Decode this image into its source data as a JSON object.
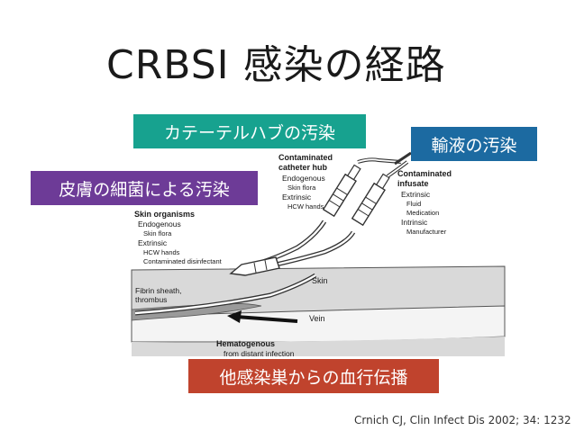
{
  "title": "CRBSI 感染の経路",
  "labels": {
    "hub": "カテーテルハブの汚染",
    "infusate": "輸液の汚染",
    "skin": "皮膚の細菌による汚染",
    "hematogenous": "他感染巣からの血行伝播"
  },
  "diagram": {
    "skin_organisms": {
      "title": "Skin organisms",
      "items": [
        "Endogenous",
        "Skin flora",
        "Extrinsic",
        "HCW hands",
        "Contaminated  disinfectant"
      ]
    },
    "catheter_hub": {
      "title_lines": [
        "Contaminated",
        "catheter hub"
      ],
      "items": [
        "Endogenous",
        "Skin flora",
        "Extrinsic",
        "HCW hands"
      ]
    },
    "infusate": {
      "title_lines": [
        "Contaminated",
        "infusate"
      ],
      "items": [
        "Extrinsic",
        "Fluid",
        "Medication",
        "Intrinsic",
        "Manufacturer"
      ]
    },
    "skin_label": "Skin",
    "fibrin_lines": [
      "Fibrin sheath,",
      "thrombus"
    ],
    "vein_label": "Vein",
    "hematogenous": {
      "title": "Hematogenous",
      "subtitle": "from distant infection"
    }
  },
  "citation": "Crnich CJ, Clin Infect Dis 2002; 34: 1232"
}
